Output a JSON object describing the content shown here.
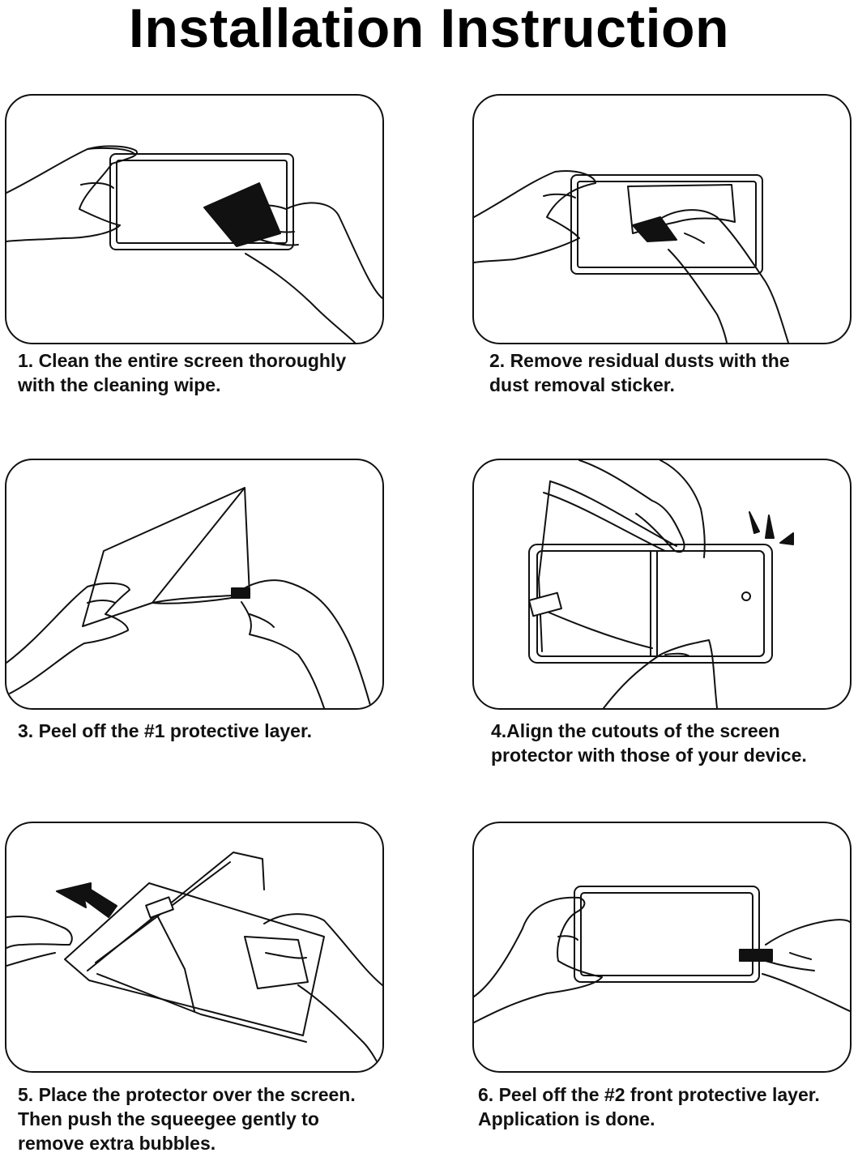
{
  "title": "Installation Instruction",
  "steps": [
    {
      "line1": "1. Clean the entire screen thoroughly",
      "line2": "with the cleaning wipe.",
      "line3": "",
      "illustration": "hand-wiping-screen-with-cloth"
    },
    {
      "line1": "2. Remove residual dusts with the",
      "line2": "dust removal sticker.",
      "line3": "",
      "illustration": "hand-applying-dust-sticker"
    },
    {
      "line1": "3. Peel off the #1 protective layer.",
      "line2": "",
      "line3": "",
      "illustration": "hands-peeling-protective-layer"
    },
    {
      "line1": "4.Align the cutouts of the screen",
      "line2": "protector with those of your device.",
      "line3": "",
      "illustration": "hands-aligning-protector"
    },
    {
      "line1": "5. Place the protector over the screen.",
      "line2": "Then push the squeegee gently to",
      "line3": "remove extra bubbles.",
      "illustration": "squeegee-with-arrow"
    },
    {
      "line1": "6. Peel off the #2 front protective layer.",
      "line2": "Application is done.",
      "line3": "",
      "illustration": "hands-peeling-front-layer"
    }
  ]
}
